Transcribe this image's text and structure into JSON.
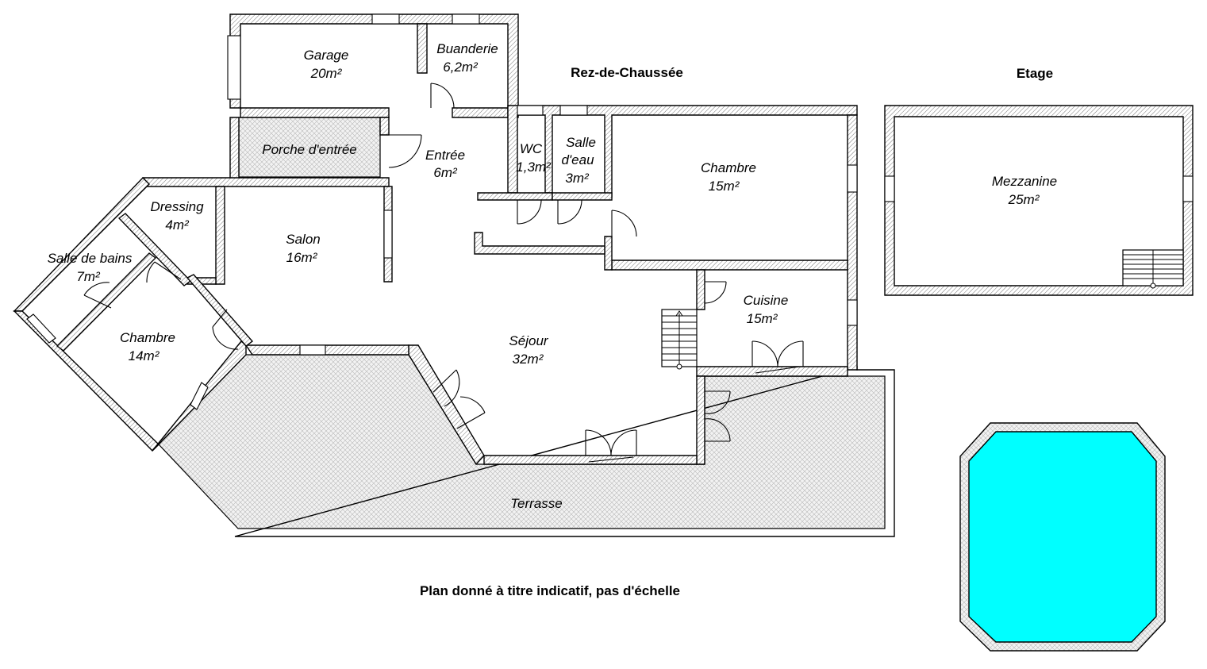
{
  "titles": {
    "ground_floor": "Rez-de-Chaussée",
    "upper_floor": "Etage",
    "disclaimer": "Plan donné à titre indicatif, pas d'échelle"
  },
  "rooms": {
    "garage": {
      "name": "Garage",
      "area": "20m²"
    },
    "buanderie": {
      "name": "Buanderie",
      "area": "6,2m²"
    },
    "porche": {
      "name": "Porche d'entrée"
    },
    "entree": {
      "name": "Entrée",
      "area": "6m²"
    },
    "wc": {
      "name": "WC",
      "area": "1,3m²"
    },
    "salle_eau": {
      "name1": "Salle",
      "name2": "d'eau",
      "area": "3m²"
    },
    "chambre_est": {
      "name": "Chambre",
      "area": "15m²"
    },
    "dressing": {
      "name": "Dressing",
      "area": "4m²"
    },
    "salon": {
      "name": "Salon",
      "area": "16m²"
    },
    "salle_bains": {
      "name": "Salle de bains",
      "area": "7m²"
    },
    "chambre_ouest": {
      "name": "Chambre",
      "area": "14m²"
    },
    "sejour": {
      "name": "Séjour",
      "area": "32m²"
    },
    "cuisine": {
      "name": "Cuisine",
      "area": "15m²"
    },
    "terrasse": {
      "name": "Terrasse"
    },
    "mezzanine": {
      "name": "Mezzanine",
      "area": "25m²"
    }
  },
  "colors": {
    "pool_water": "#00ffff",
    "walls": "#000000",
    "background": "#ffffff"
  }
}
